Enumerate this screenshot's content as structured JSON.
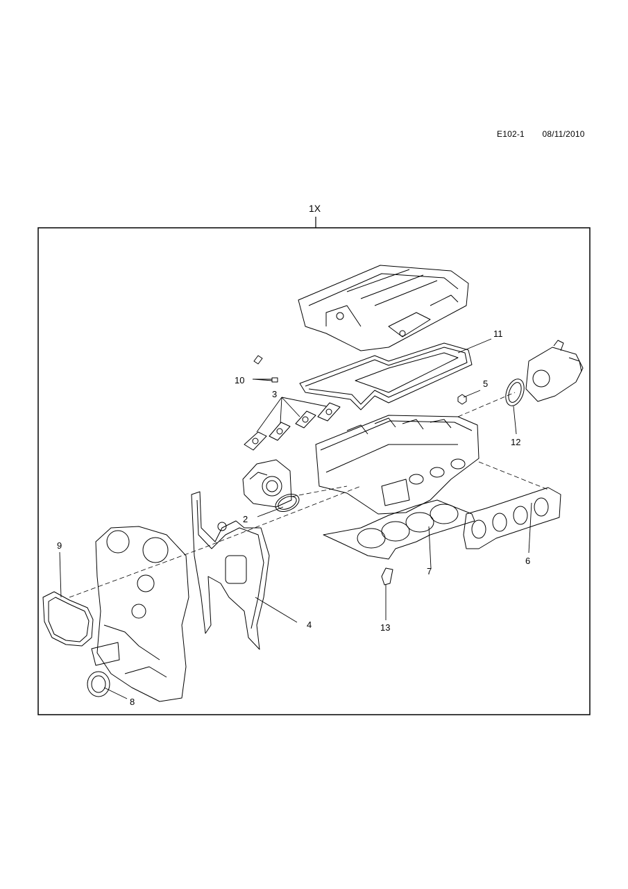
{
  "header": {
    "diagram_code": "E102-1",
    "date": "08/11/2010"
  },
  "kit": {
    "label": "1X"
  },
  "callouts": [
    {
      "id": "c2",
      "text": "2"
    },
    {
      "id": "c3",
      "text": "3"
    },
    {
      "id": "c4",
      "text": "4"
    },
    {
      "id": "c5",
      "text": "5"
    },
    {
      "id": "c6",
      "text": "6"
    },
    {
      "id": "c7",
      "text": "7"
    },
    {
      "id": "c8",
      "text": "8"
    },
    {
      "id": "c9",
      "text": "9"
    },
    {
      "id": "c10",
      "text": "10"
    },
    {
      "id": "c11",
      "text": "11"
    },
    {
      "id": "c12",
      "text": "12"
    },
    {
      "id": "c13",
      "text": "13"
    }
  ]
}
